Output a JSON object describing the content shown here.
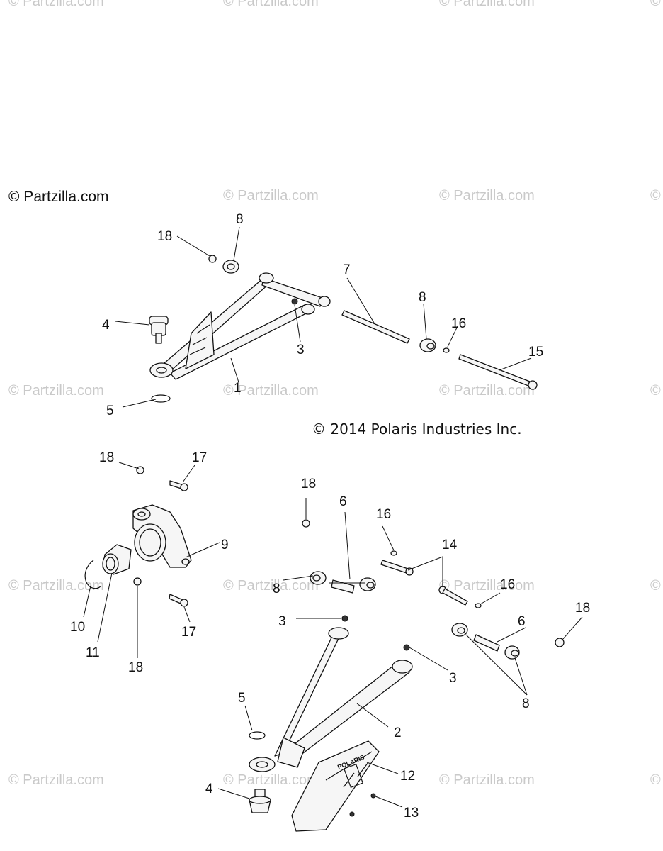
{
  "watermark": {
    "text": "© Partzilla.com",
    "main_text": "© Partzilla.com"
  },
  "copyright": "© 2014 Polaris Industries Inc.",
  "shield_logo": "POLARIS",
  "callouts": [
    "1",
    "2",
    "3",
    "3",
    "3",
    "4",
    "4",
    "5",
    "5",
    "6",
    "6",
    "7",
    "8",
    "8",
    "8",
    "8",
    "9",
    "10",
    "11",
    "12",
    "13",
    "14",
    "15",
    "16",
    "16",
    "16",
    "17",
    "17",
    "18",
    "18",
    "18",
    "18",
    "18"
  ]
}
